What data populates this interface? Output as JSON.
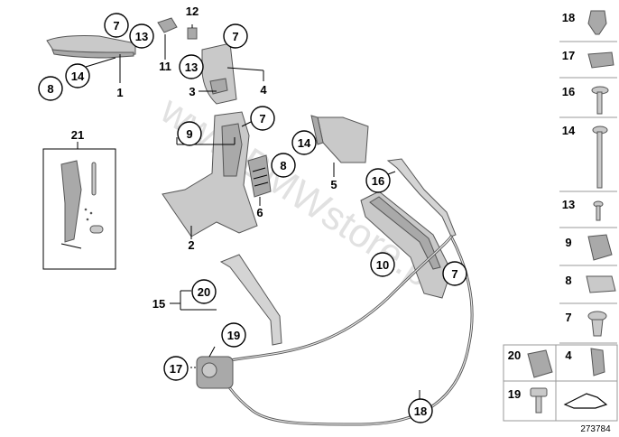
{
  "watermark": "www.BMWstore.pl",
  "diagram_code": "273784",
  "callouts": {
    "c1": "1",
    "c2": "2",
    "c3": "3",
    "c4": "4",
    "c5": "5",
    "c6": "6",
    "c7a": "7",
    "c7b": "7",
    "c7c": "7",
    "c7d": "7",
    "c8a": "8",
    "c8b": "8",
    "c9": "9",
    "c10": "10",
    "c11": "11",
    "c12": "12",
    "c13a": "13",
    "c13b": "13",
    "c14a": "14",
    "c14b": "14",
    "c15": "15",
    "c16": "16",
    "c17": "17",
    "c18": "18",
    "c19": "19",
    "c20": "20",
    "c21": "21"
  },
  "legend": [
    "18",
    "17",
    "16",
    "14",
    "13",
    "9",
    "8",
    "7",
    "20",
    "4",
    "19"
  ]
}
